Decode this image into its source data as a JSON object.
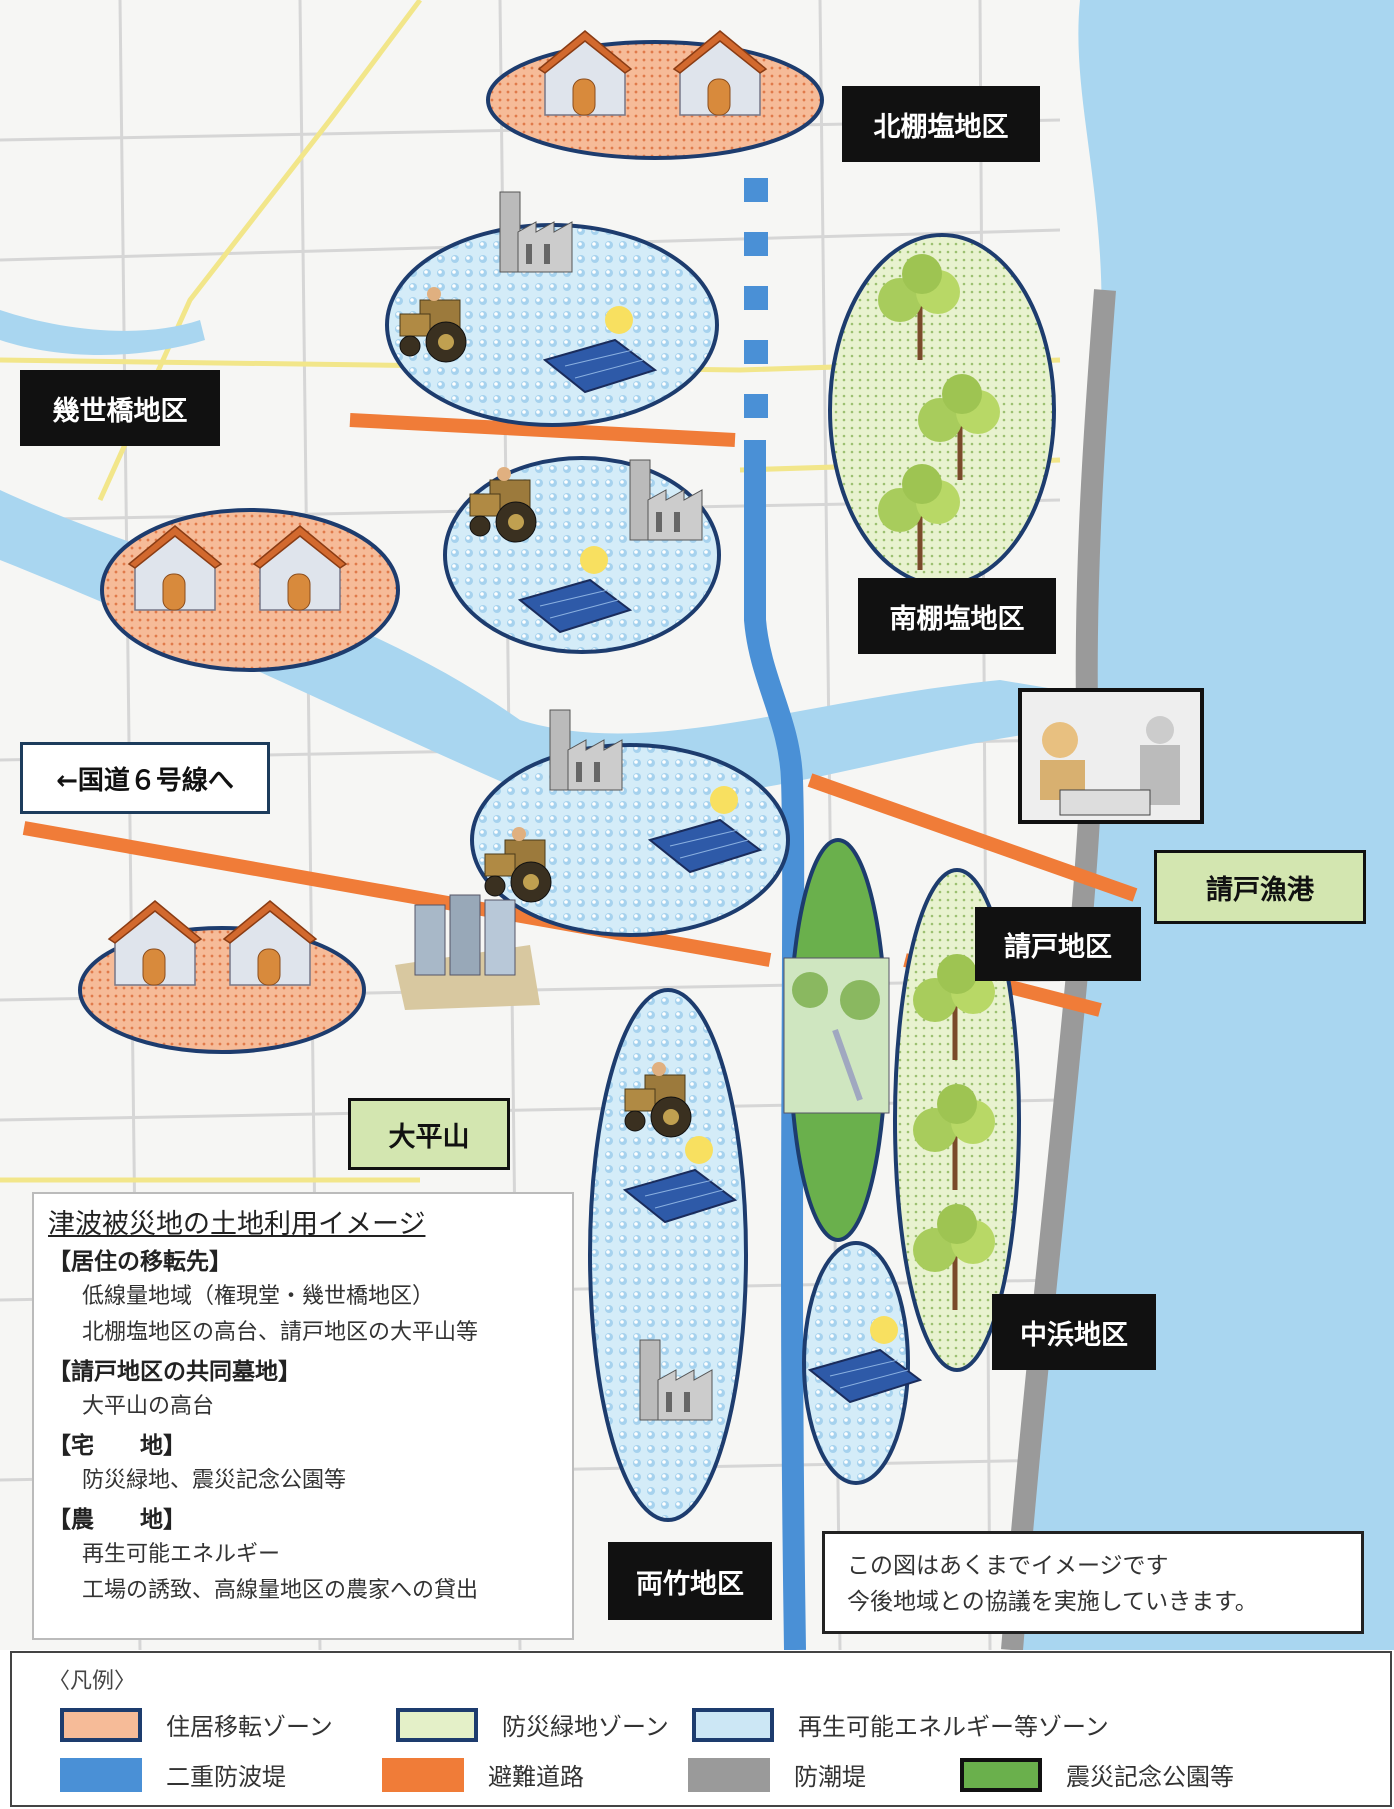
{
  "zones": {
    "kitatanashio": "北棚塩地区",
    "minamitanashio": "南棚塩地区",
    "ikiyobashi": "幾世橋地区",
    "ukedo": "請戸地区",
    "ukedo_port": "請戸漁港",
    "nakahama": "中浜地区",
    "morotake": "両竹地区",
    "ohirayama": "大平山",
    "route6": "←国道６号線へ"
  },
  "land_use": {
    "title": "津波被災地の土地利用イメージ",
    "h1": "【居住の移転先】",
    "h1_i1": "低線量地域（権現堂・幾世橋地区）",
    "h1_i2": "北棚塩地区の高台、請戸地区の大平山等",
    "h2": "【請戸地区の共同墓地】",
    "h2_i1": "大平山の高台",
    "h3": "【宅　　地】",
    "h3_i1": "防災緑地、震災記念公園等",
    "h4": "【農　　地】",
    "h4_i1": "再生可能エネルギー",
    "h4_i2": "工場の誘致、高線量地区の農家への貸出"
  },
  "note": {
    "line1": "この図はあくまでイメージです",
    "line2": "今後地域との協議を実施していきます。"
  },
  "legend": {
    "title": "〈凡例〉",
    "residential": "住居移転ゾーン",
    "green_belt": "防災緑地ゾーン",
    "renewable": "再生可能エネルギー等ゾーン",
    "double_breakwater": "二重防波堤",
    "evacuation_road": "避難道路",
    "seawall": "防潮堤",
    "memorial_park": "震災記念公園等"
  },
  "colors": {
    "sea": "#a9d6f0",
    "residential": "#f5b896",
    "green_belt": "#e4f0c8",
    "renewable": "#cce7f5",
    "breakwater": "#4a90d6",
    "evacuation": "#f08040",
    "seawall": "#9a9a9a",
    "memorial": "#6ab04c",
    "zone_border": "#1d3c6e"
  },
  "icons": [
    "house-icon",
    "tractor-icon",
    "factory-icon",
    "solar-panel-icon",
    "tree-icon",
    "fisherman-icon",
    "park-icon",
    "grave-icon"
  ]
}
